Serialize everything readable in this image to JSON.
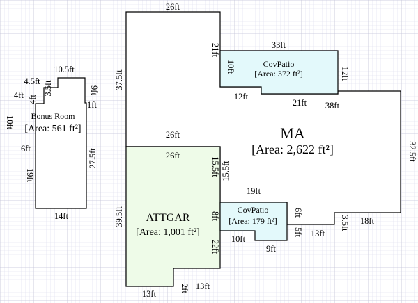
{
  "rooms": {
    "bonus": {
      "name": "Bonus Room",
      "area": "[Area: 561 ft²]",
      "fill": "#ffffff"
    },
    "ma": {
      "name": "MA",
      "area": "[Area: 2,622 ft²]",
      "fill": "#ffffff"
    },
    "attgar": {
      "name": "ATTGAR",
      "area": "[Area: 1,001 ft²]",
      "fill": "#eefbe8"
    },
    "covpatio1": {
      "name": "CovPatio",
      "area": "[Area: 372 ft²]",
      "fill": "#e3f9fb"
    },
    "covpatio2": {
      "name": "CovPatio",
      "area": "[Area: 179 ft²]",
      "fill": "#e3f9fb"
    }
  },
  "dims": {
    "ma_top": "26ft",
    "ma_notch_v": "21ft",
    "ma_left": "37.5ft",
    "ma_step_12": "12ft",
    "ma_step_21": "21ft",
    "ma_step_38": "38ft",
    "ma_right": "32.5ft",
    "ma_gar_top": "26ft",
    "ma_bot_18": "18ft",
    "ma_bot_35": "3.5ft",
    "ma_bot_13": "13ft",
    "ma_mid_155": "15.5ft",
    "ma_mid_19": "19ft",
    "cp1_top": "33ft",
    "cp1_left": "10ft",
    "cp1_right": "12ft",
    "gar_top": "26ft",
    "gar_left": "39.5ft",
    "gar_right_155": "15.5ft",
    "gar_right_8": "8ft",
    "gar_right_22": "22ft",
    "gar_bot_13a": "13ft",
    "gar_bot_2": "2ft",
    "gar_bot_13b": "13ft",
    "cp2_left_10": "10ft",
    "cp2_bot_9": "9ft",
    "cp2_right_5": "5ft",
    "cp2_right_6": "6ft",
    "br_top": "10.5ft",
    "br_45": "4.5ft",
    "br_35": "3.5ft",
    "br_4a": "4ft",
    "br_4b": "4ft",
    "br_9": "9ft",
    "br_1": "1ft",
    "br_10": "10ft",
    "br_6": "6ft",
    "br_275": "27.5ft",
    "br_19": "19ft",
    "br_bot": "14ft"
  }
}
